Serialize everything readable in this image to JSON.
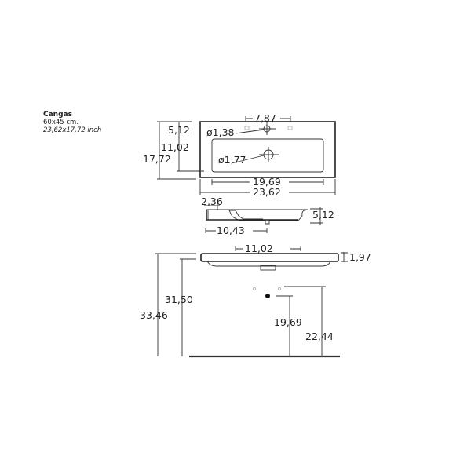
{
  "product": {
    "name": "Cangas",
    "size_cm": "60x45 cm.",
    "size_inch": "23,62x17,72 inch"
  },
  "top_view": {
    "hole_spacing": "7,87",
    "depth_rear": "5,12",
    "basin_depth": "11,02",
    "total_depth": "17,72",
    "tap_hole_diameter": "ø1,38",
    "drain_diameter": "ø1,77",
    "basin_width": "19,69",
    "total_width": "23,62"
  },
  "side_view": {
    "rim": "2,36",
    "height": "5,12",
    "drain_offset": "10,43"
  },
  "front_view": {
    "bracket_spacing": "11,02",
    "thickness": "1,97",
    "total_height": "33,46",
    "underside_height": "31,50",
    "drain_height": "19,69",
    "supply_height": "22,44"
  }
}
